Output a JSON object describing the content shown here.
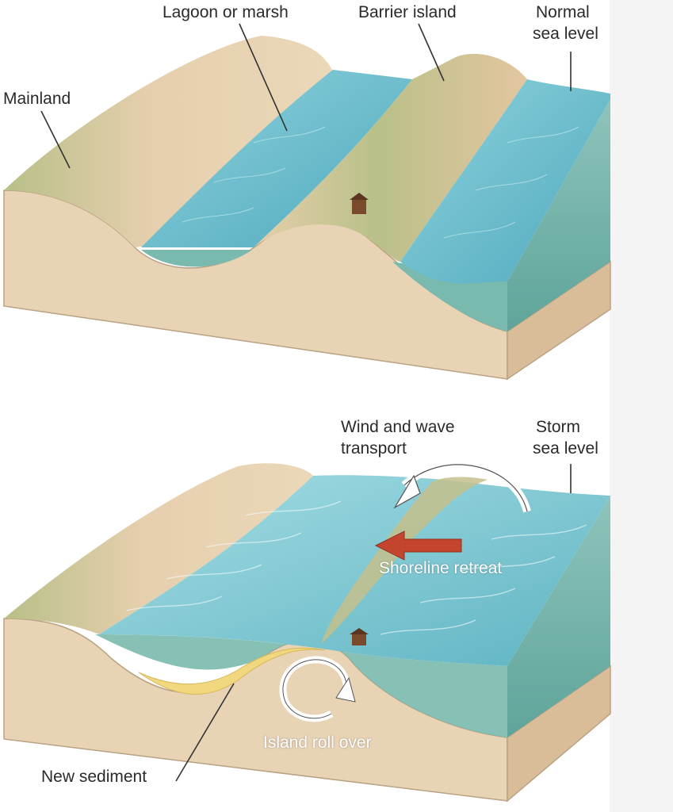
{
  "top_panel": {
    "labels": {
      "lagoon": "Lagoon or marsh",
      "barrier": "Barrier island",
      "normal_sea_1": "Normal",
      "normal_sea_2": "sea level",
      "mainland": "Mainland"
    }
  },
  "bottom_panel": {
    "labels": {
      "wind_1": "Wind and wave",
      "wind_2": "transport",
      "storm_1": "Storm",
      "storm_2": "sea level",
      "shoreline": "Shoreline retreat",
      "rollover": "Island roll over",
      "sediment": "New sediment"
    }
  },
  "colors": {
    "sand": "#e4c9a5",
    "soil": "#e8d3b5",
    "grass": "#b3bf85",
    "water": "#6cc0cf",
    "water_side": "#7bb7ad",
    "sediment": "#f1d77d",
    "retreat_arrow": "#c4452e"
  }
}
